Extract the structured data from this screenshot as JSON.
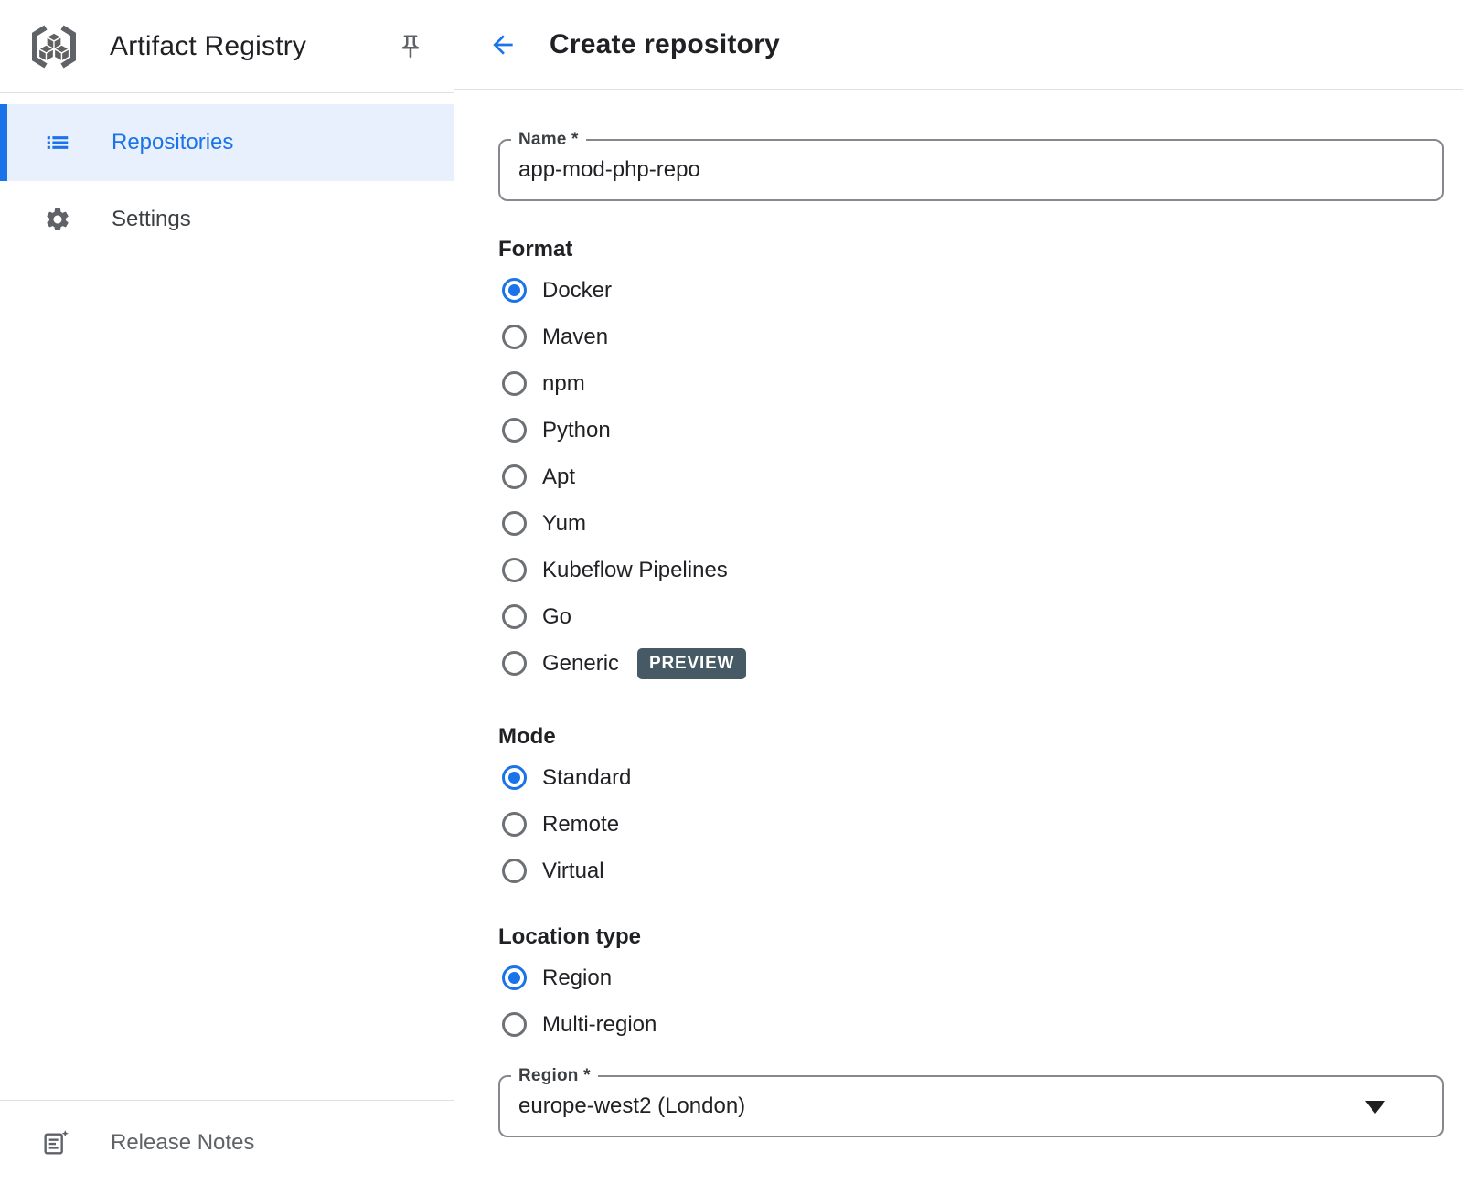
{
  "sidebar": {
    "app_title": "Artifact Registry",
    "items": [
      {
        "label": "Repositories",
        "icon": "list-icon",
        "selected": true
      },
      {
        "label": "Settings",
        "icon": "gear-icon",
        "selected": false
      }
    ],
    "footer": {
      "label": "Release Notes",
      "icon": "release-notes-icon"
    }
  },
  "header": {
    "title": "Create repository"
  },
  "form": {
    "name_field": {
      "label": "Name *",
      "value": "app-mod-php-repo"
    },
    "format": {
      "label": "Format",
      "options": [
        {
          "label": "Docker",
          "selected": true
        },
        {
          "label": "Maven",
          "selected": false
        },
        {
          "label": "npm",
          "selected": false
        },
        {
          "label": "Python",
          "selected": false
        },
        {
          "label": "Apt",
          "selected": false
        },
        {
          "label": "Yum",
          "selected": false
        },
        {
          "label": "Kubeflow Pipelines",
          "selected": false
        },
        {
          "label": "Go",
          "selected": false
        },
        {
          "label": "Generic",
          "selected": false,
          "badge": "PREVIEW"
        }
      ]
    },
    "mode": {
      "label": "Mode",
      "options": [
        {
          "label": "Standard",
          "selected": true
        },
        {
          "label": "Remote",
          "selected": false
        },
        {
          "label": "Virtual",
          "selected": false
        }
      ]
    },
    "location_type": {
      "label": "Location type",
      "options": [
        {
          "label": "Region",
          "selected": true
        },
        {
          "label": "Multi-region",
          "selected": false
        }
      ]
    },
    "region_field": {
      "label": "Region *",
      "value": "europe-west2 (London)"
    }
  },
  "colors": {
    "accent": "#1a73e8",
    "selected_item_bg": "#e8f0fe",
    "badge_bg": "#455a64",
    "text_primary": "#202124",
    "text_secondary": "#5f6368",
    "divider": "#dadce0",
    "field_border": "#85898d"
  }
}
